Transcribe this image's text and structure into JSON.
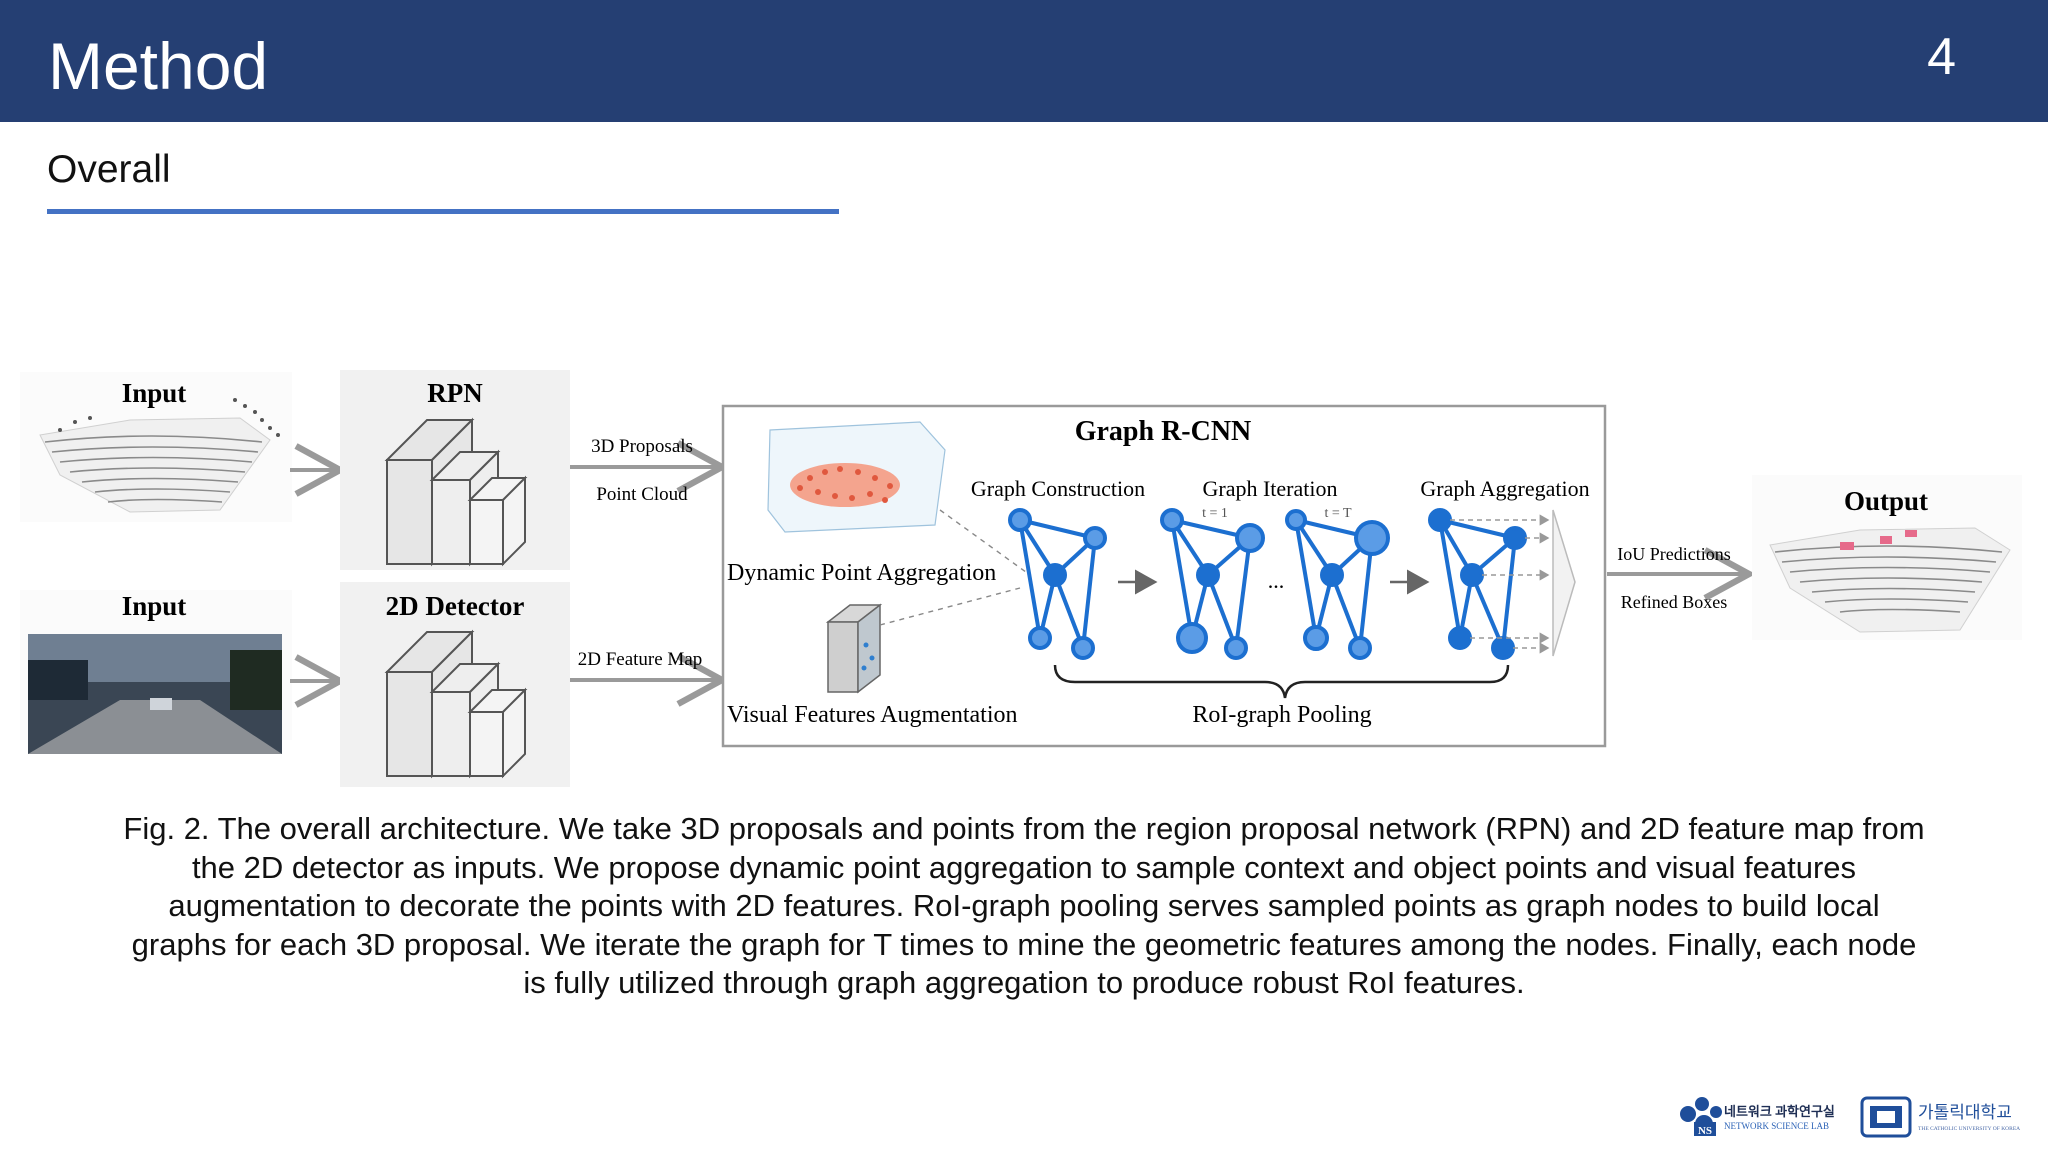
{
  "slide": {
    "title": "Method",
    "page_number": "4",
    "subtitle": "Overall"
  },
  "diagram": {
    "input_top_label": "Input",
    "input_bottom_label": "Input",
    "rpn_label": "RPN",
    "detector_label": "2D Detector",
    "arrow_3d_proposals": "3D Proposals",
    "arrow_point_cloud": "Point Cloud",
    "arrow_2d_feature_map": "2D Feature Map",
    "graph_rcnn_title": "Graph R-CNN",
    "graph_construction": "Graph Construction",
    "graph_iteration": "Graph Iteration",
    "iter_t1": "t = 1",
    "iter_tT": "t = T",
    "iter_ellipsis": "...",
    "graph_aggregation": "Graph Aggregation",
    "dynamic_point_aggregation": "Dynamic Point Aggregation",
    "visual_features_augmentation": "Visual Features Augmentation",
    "roi_graph_pooling": "RoI-graph Pooling",
    "iou_predictions": "IoU Predictions",
    "refined_boxes": "Refined Boxes",
    "output_label": "Output"
  },
  "caption": {
    "lines": [
      "Fig. 2. The overall architecture. We take 3D proposals and points from the region proposal network (RPN) and 2D feature map from",
      "the 2D detector as inputs. We propose dynamic point aggregation to sample context and object points and visual features",
      "augmentation to decorate the points with 2D features. RoI-graph pooling serves sampled points as graph nodes to build local",
      "graphs for each 3D proposal. We iterate the graph for T times to mine the geometric features among the nodes. Finally, each node",
      "is fully utilized through graph aggregation to produce robust RoI features."
    ]
  },
  "logos": {
    "lab_korean": "네트워크 과학연구실",
    "lab_english": "NETWORK SCIENCE LAB",
    "lab_badge": "NS",
    "university_korean": "가톨릭대학교",
    "university_english": "THE CATHOLIC UNIVERSITY OF KOREA"
  },
  "colors": {
    "header_bg": "#253f73",
    "accent_line": "#4472c4",
    "graph_node": "#1c6fd0"
  }
}
